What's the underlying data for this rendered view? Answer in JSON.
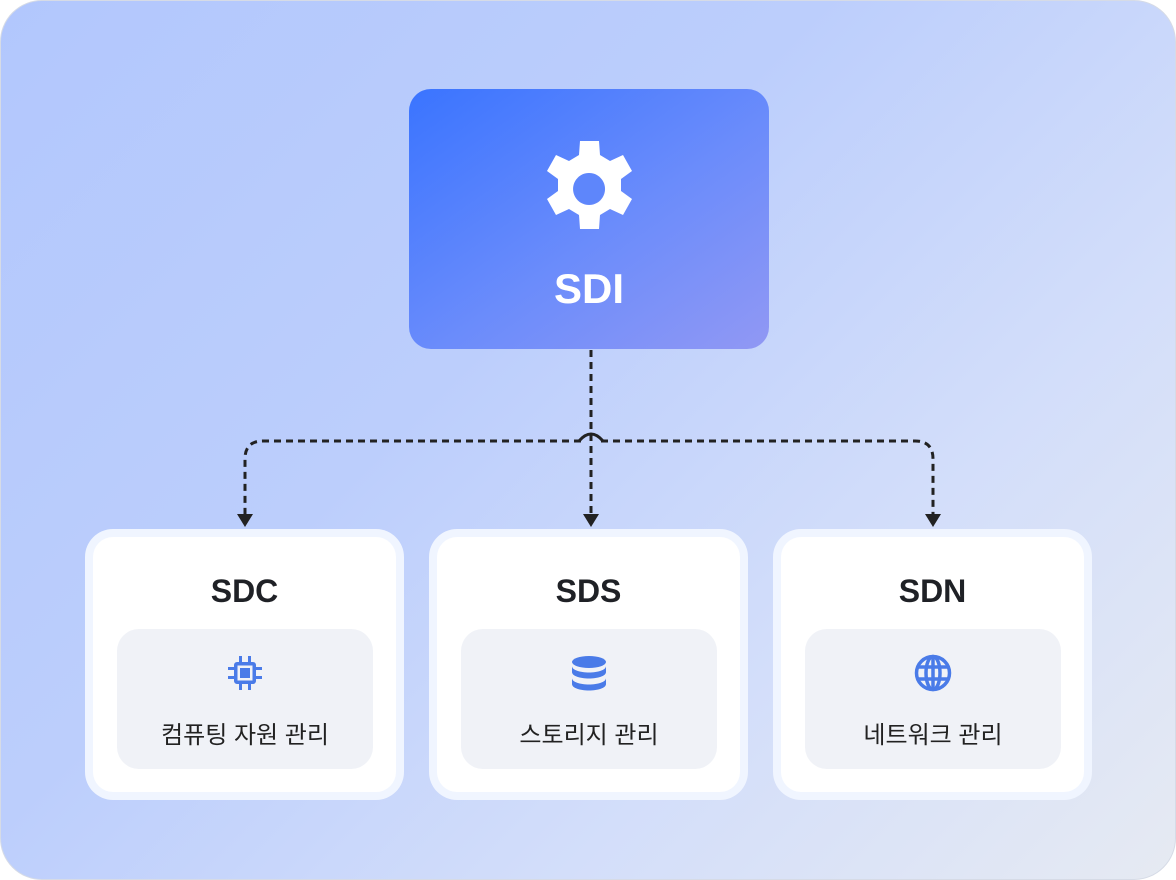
{
  "root": {
    "label": "SDI",
    "icon": "gear-icon"
  },
  "children": [
    {
      "title": "SDC",
      "icon": "cpu-chip-icon",
      "description": "컴퓨팅 자원 관리"
    },
    {
      "title": "SDS",
      "icon": "database-icon",
      "description": "스토리지 관리"
    },
    {
      "title": "SDN",
      "icon": "globe-icon",
      "description": "네트워크 관리"
    }
  ],
  "colors": {
    "accent": "#3a74ff",
    "icon": "#4a7be8",
    "text": "#1f2126"
  }
}
